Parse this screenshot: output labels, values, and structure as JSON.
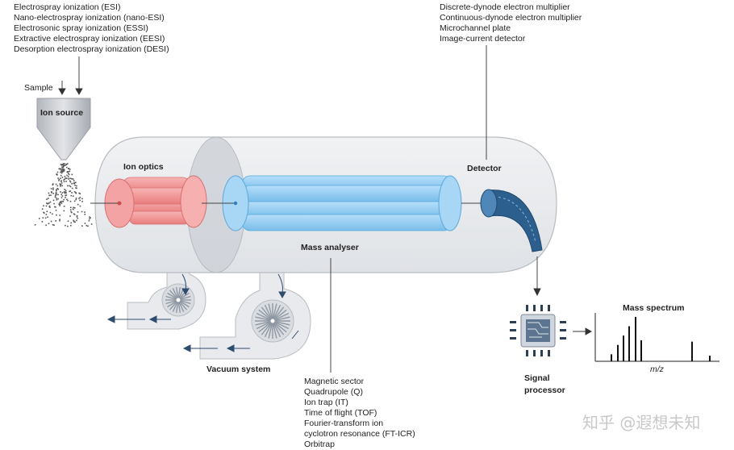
{
  "ion_source_methods": [
    "Electrospray ionization (ESI)",
    "Nano-electrospray ionization (nano-ESI)",
    "Electrosonic spray ionization (ESSI)",
    "Extractive electrospray ionization (EESI)",
    "Desorption electrospray ionization (DESI)"
  ],
  "detector_types": [
    "Discrete-dynode electron multiplier",
    "Continuous-dynode electron multiplier",
    "Microchannel plate",
    "Image-current detector"
  ],
  "analyser_types": [
    "Magnetic sector",
    "Quadrupole (Q)",
    "Ion trap  (IT)",
    "Time of flight (TOF)",
    "Fourier-transform ion",
    "cyclotron resonance (FT-ICR)",
    "Orbitrap"
  ],
  "labels": {
    "sample": "Sample",
    "ion_source": "Ion source",
    "ion_optics": "Ion optics",
    "detector": "Detector",
    "mass_analyser": "Mass analyser",
    "vacuum_system": "Vacuum system",
    "signal_processor": "Signal\nprocessor",
    "mass_spectrum": "Mass spectrum",
    "mz": "m/z"
  },
  "watermark": "知乎 @遐想未知",
  "colors": {
    "ion_optics": "#f08f8f",
    "mass_analyser": "#8ec9ee",
    "chamber": "#e9ebee",
    "chamber_stroke": "#b8bcc2"
  },
  "spectrum_peaks": [
    0.15,
    0.35,
    0.55,
    0.75,
    0.95,
    0.45,
    0.42,
    0.12
  ]
}
